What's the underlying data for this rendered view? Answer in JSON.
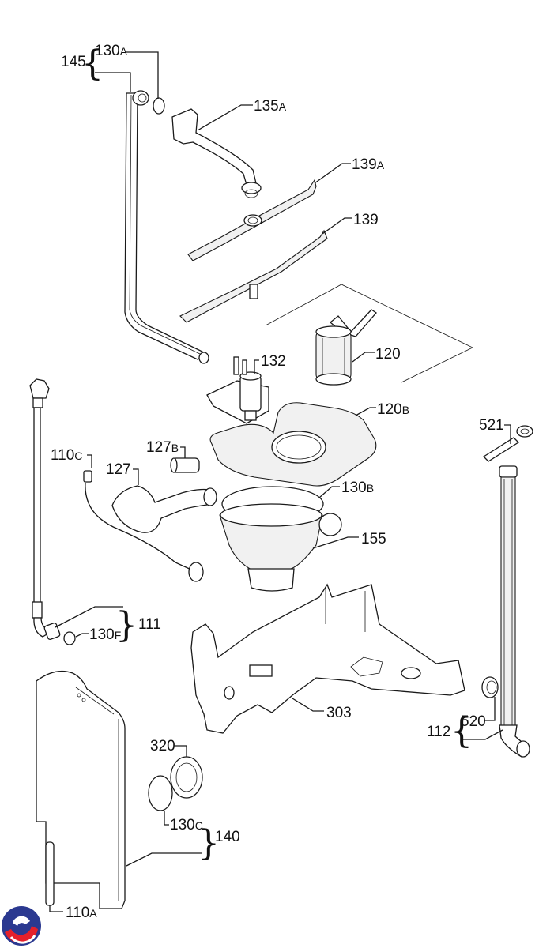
{
  "diagram": {
    "title": "Dishwasher wash system exploded parts diagram",
    "labels": {
      "p145": {
        "num": "145",
        "suffix": ""
      },
      "p130a": {
        "num": "130",
        "suffix": "A"
      },
      "p135a": {
        "num": "135",
        "suffix": "A"
      },
      "p139a": {
        "num": "139",
        "suffix": "A"
      },
      "p139": {
        "num": "139",
        "suffix": ""
      },
      "p120": {
        "num": "120",
        "suffix": ""
      },
      "p132": {
        "num": "132",
        "suffix": ""
      },
      "p120b": {
        "num": "120",
        "suffix": "B"
      },
      "p521": {
        "num": "521",
        "suffix": ""
      },
      "p127b": {
        "num": "127",
        "suffix": "B"
      },
      "p110c": {
        "num": "110",
        "suffix": "C"
      },
      "p127": {
        "num": "127",
        "suffix": ""
      },
      "p130b": {
        "num": "130",
        "suffix": "B"
      },
      "p155": {
        "num": "155",
        "suffix": ""
      },
      "p111": {
        "num": "111",
        "suffix": ""
      },
      "p130f": {
        "num": "130",
        "suffix": "F"
      },
      "p303": {
        "num": "303",
        "suffix": ""
      },
      "p112": {
        "num": "112",
        "suffix": ""
      },
      "p520": {
        "num": "520",
        "suffix": ""
      },
      "p320": {
        "num": "320",
        "suffix": ""
      },
      "p130c": {
        "num": "130",
        "suffix": "C"
      },
      "p140": {
        "num": "140",
        "suffix": ""
      },
      "p110a": {
        "num": "110",
        "suffix": "A"
      }
    },
    "brace_glyph": "{",
    "brace_right_glyph": "}",
    "logo": {
      "name": "brand-logo",
      "colors": {
        "blue": "#2b3990",
        "red": "#e4202b"
      }
    }
  }
}
